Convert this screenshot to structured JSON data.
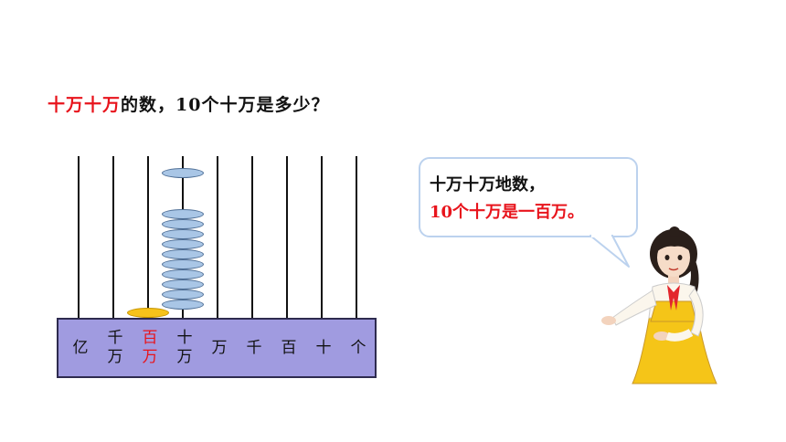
{
  "question": {
    "highlight": "十万十万",
    "rest": "的数，10个十万是多少？"
  },
  "abacus": {
    "places": [
      {
        "top": "亿",
        "bottom": ""
      },
      {
        "top": "千",
        "bottom": "万"
      },
      {
        "top": "百",
        "bottom": "万"
      },
      {
        "top": "十",
        "bottom": "万"
      },
      {
        "top": "万",
        "bottom": ""
      },
      {
        "top": "千",
        "bottom": ""
      },
      {
        "top": "百",
        "bottom": ""
      },
      {
        "top": "十",
        "bottom": ""
      },
      {
        "top": "个",
        "bottom": ""
      }
    ],
    "highlight_place_index": 2,
    "beads": [
      0,
      0,
      1,
      10,
      0,
      0,
      0,
      0,
      0
    ],
    "colors": {
      "frame": "#a09be0",
      "bead_blue": "#a9c6e6",
      "bead_gold": "#f6c21a",
      "highlight": "#e8141c"
    }
  },
  "speech": {
    "line1": "十万十万地数，",
    "line2": "10个十万是一百万。"
  }
}
